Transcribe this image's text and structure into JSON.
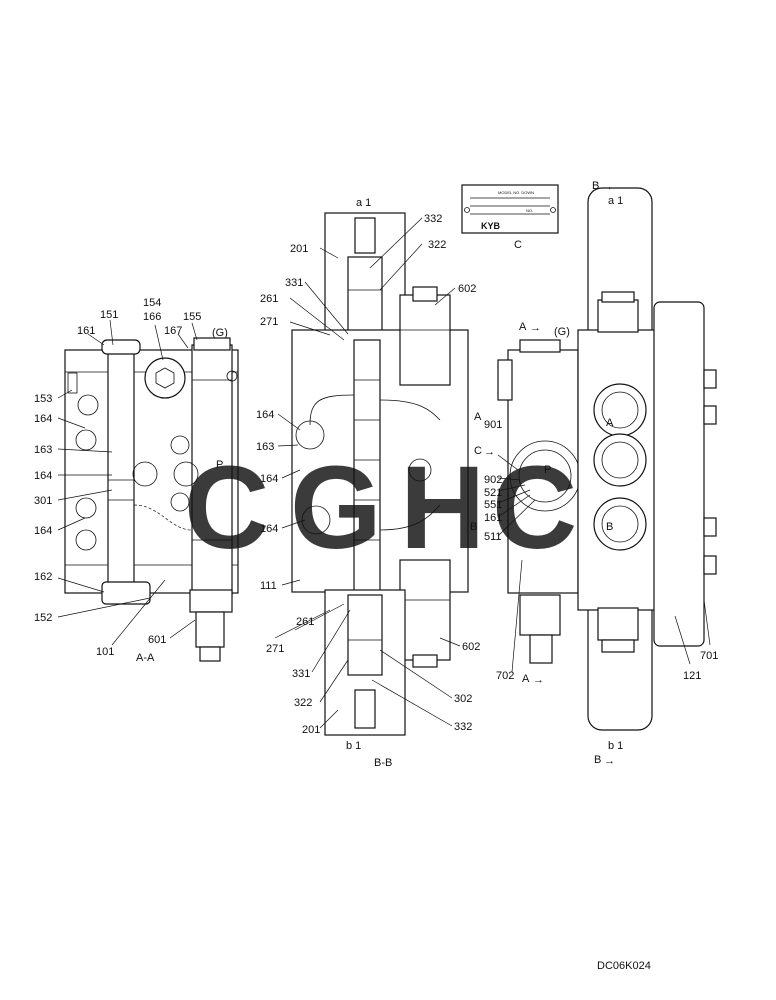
{
  "drawing_code": "DC06K024",
  "views": {
    "section_aa": "A-A",
    "section_bb": "B-B",
    "detail_c": "C"
  },
  "watermark": {
    "letters": [
      "C",
      "G",
      "H",
      "C"
    ],
    "colors": [
      "#4f86e8",
      "#ee6f5e",
      "#f6c531",
      "#21a56b"
    ]
  },
  "port_labels": {
    "a1_top_mid": "a 1",
    "b1_bottom_mid": "b 1",
    "a1_top_right": "a 1",
    "b1_bottom_right": "b 1",
    "B_arrow_top": "B",
    "B_arrow_bottom": "B",
    "A_arrow_top": "A",
    "A_arrow_bottom": "A",
    "G_right": "(G)",
    "G_left": "(G)",
    "port_A": "A",
    "port_B": "B",
    "port_P": "P",
    "port_P_left": "P",
    "side_A": "A",
    "side_B": "B",
    "side_C": "C"
  },
  "parts_left": {
    "p151": "151",
    "p154": "154",
    "p161": "161",
    "p166": "166",
    "p167": "167",
    "p155": "155",
    "p153": "153",
    "p164a": "164",
    "p163": "163",
    "p164b": "164",
    "p301": "301",
    "p164c": "164",
    "p162": "162",
    "p152": "152",
    "p101": "101",
    "p601": "601"
  },
  "parts_mid": {
    "p201t": "201",
    "p332t": "332",
    "p322t": "322",
    "p331t": "331",
    "p261t": "261",
    "p271t": "271",
    "p602t": "602",
    "p164a": "164",
    "p163": "163",
    "p164b": "164",
    "p164c": "164",
    "p111": "111",
    "p271b": "271",
    "p261b": "261",
    "p331b": "331",
    "p322b": "322",
    "p201b": "201",
    "p302": "302",
    "p332b": "332",
    "p602b": "602"
  },
  "parts_right": {
    "p901": "901",
    "p902": "902",
    "p521": "521",
    "p551": "551",
    "p161": "161",
    "p511": "511",
    "p702": "702",
    "p121": "121",
    "p701": "701"
  },
  "nameplate": {
    "model_line": "MODEL NO. DOWN",
    "line2": "",
    "serial_line": "NO.",
    "brand": "KYB"
  }
}
